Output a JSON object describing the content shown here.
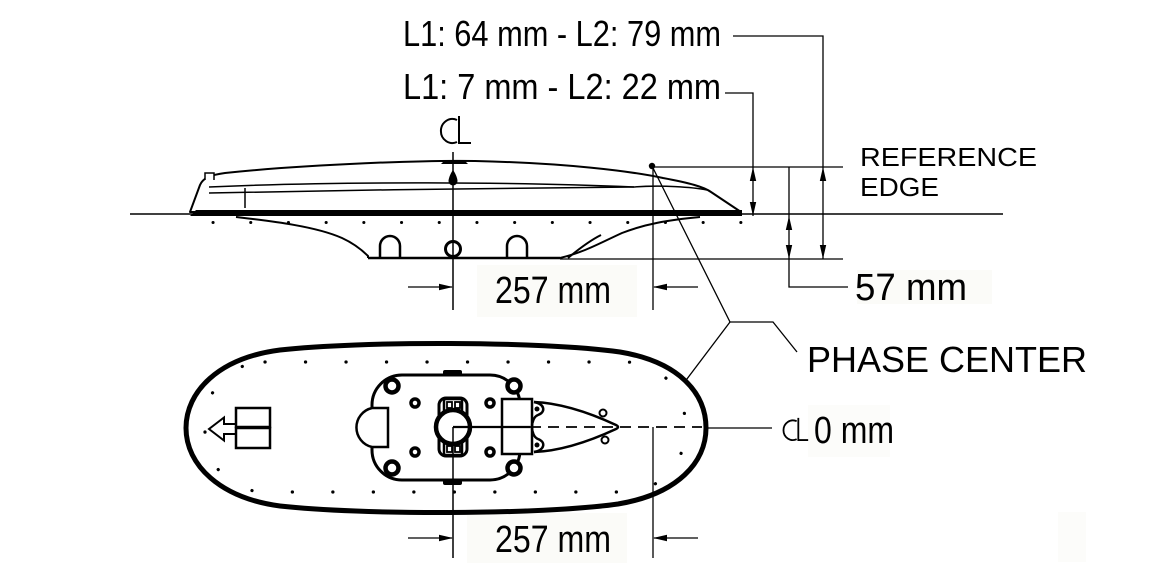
{
  "drawing": {
    "dimension_labels": {
      "l1_l2_top": "L1: 64 mm - L2: 79 mm",
      "l1_l2_offset": "L1: 7 mm - L2: 22 mm",
      "side_width": "257 mm",
      "depth": "57 mm",
      "top_width": "257 mm",
      "zero": "0 mm"
    },
    "annotations": {
      "reference_edge_line1": "REFERENCE",
      "reference_edge_line2": "EDGE",
      "phase_center": "PHASE CENTER"
    },
    "symbols": {
      "centerline": "centre-line (CL) symbol"
    },
    "colors": {
      "ink": "#000000",
      "paper": "#ffffff",
      "highlight": "#fbfbf8"
    }
  }
}
